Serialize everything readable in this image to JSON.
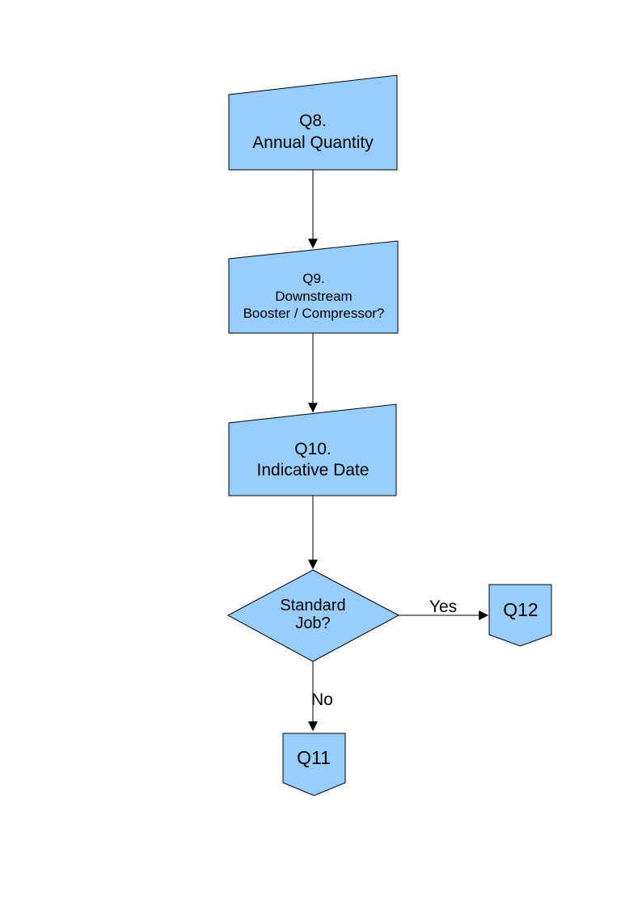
{
  "diagram": {
    "background": "#ffffff",
    "node_fill": "#99ccff",
    "node_stroke": "#000000",
    "connector_color": "#000000",
    "nodes": {
      "q8": {
        "shape": "manual-input",
        "lines": [
          "Q8.",
          "Annual Quantity"
        ]
      },
      "q9": {
        "shape": "manual-input",
        "lines": [
          "Q9.",
          "Downstream",
          "Booster / Compressor?"
        ]
      },
      "q10": {
        "shape": "manual-input",
        "lines": [
          "Q10.",
          "Indicative Date"
        ]
      },
      "decision": {
        "shape": "decision-diamond",
        "lines": [
          "Standard",
          "Job?"
        ]
      },
      "q12": {
        "shape": "off-page-connector",
        "label": "Q12"
      },
      "q11": {
        "shape": "off-page-connector",
        "label": "Q11"
      }
    },
    "edges": [
      {
        "from": "Q8. Annual Quantity",
        "to": "Q9. Downstream Booster / Compressor?",
        "label": ""
      },
      {
        "from": "Q9. Downstream Booster / Compressor?",
        "to": "Q10. Indicative Date",
        "label": ""
      },
      {
        "from": "Q10. Indicative Date",
        "to": "Standard Job?",
        "label": ""
      },
      {
        "from": "Standard Job?",
        "to": "Q12",
        "label": "Yes"
      },
      {
        "from": "Standard Job?",
        "to": "Q11",
        "label": "No"
      }
    ]
  }
}
